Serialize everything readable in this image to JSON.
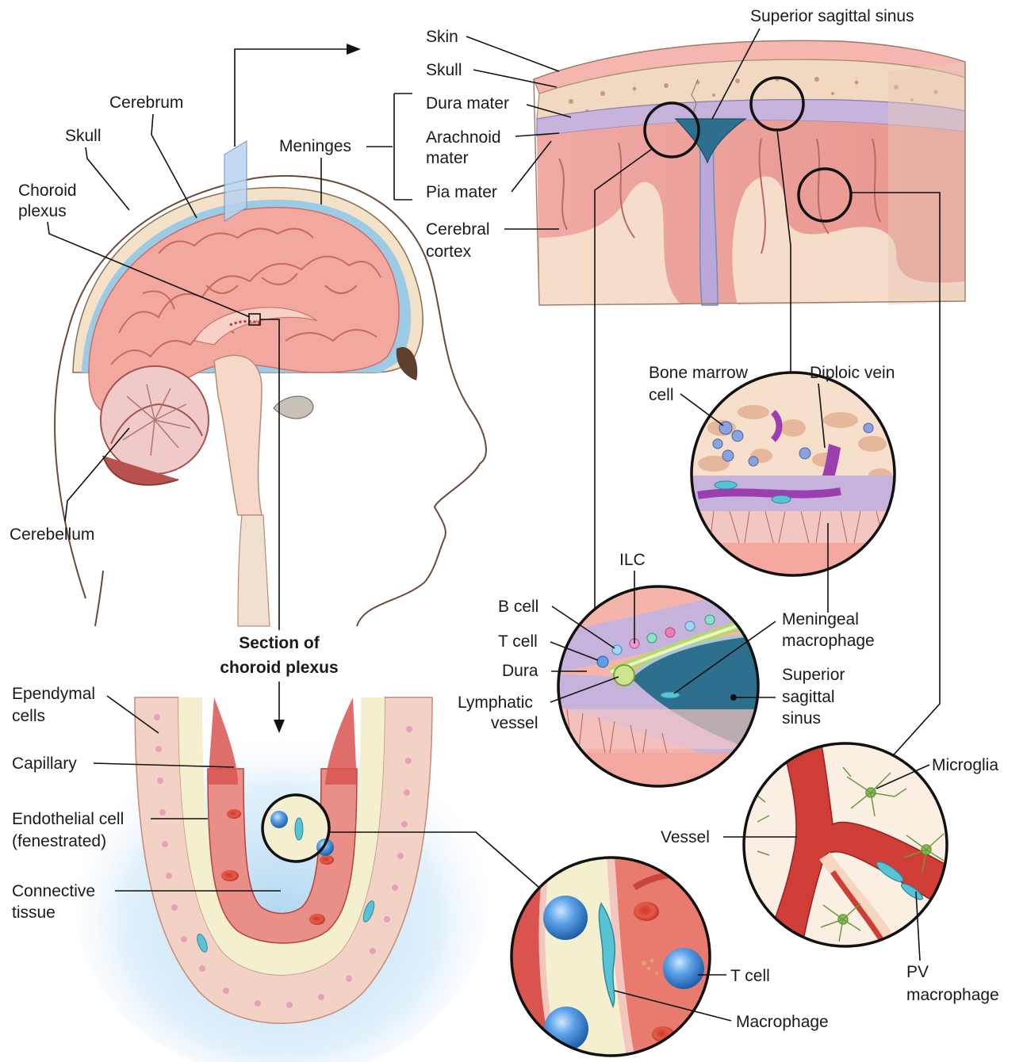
{
  "head": {
    "skull": "Skull",
    "cerebrum": "Cerebrum",
    "choroid_plexus_1": "Choroid",
    "choroid_plexus_2": "plexus",
    "meninges": "Meninges",
    "cerebellum": "Cerebellum"
  },
  "block": {
    "superior_sagittal_sinus": "Superior sagittal sinus",
    "skin": "Skin",
    "skull": "Skull",
    "dura_mater": "Dura mater",
    "arachnoid_1": "Arachnoid",
    "arachnoid_2": "mater",
    "pia_mater": "Pia mater",
    "cerebral_cortex_1": "Cerebral",
    "cerebral_cortex_2": "cortex"
  },
  "bone_marrow_inset": {
    "bone_marrow_1": "Bone marrow",
    "bone_marrow_2": "cell",
    "diploic_vein": "Diploic vein"
  },
  "sinus_inset": {
    "ilc": "ILC",
    "b_cell": "B cell",
    "t_cell": "T cell",
    "dura": "Dura",
    "lymphatic_1": "Lymphatic",
    "lymphatic_2": "vessel",
    "meningeal_1": "Meningeal",
    "meningeal_2": "macrophage",
    "sinus_1": "Superior",
    "sinus_2": "sagittal",
    "sinus_3": "sinus"
  },
  "parenchyma_inset": {
    "microglia": "Microglia",
    "vessel": "Vessel",
    "pv_1": "PV",
    "pv_2": "macrophage"
  },
  "choroid_section": {
    "title_1": "Section of",
    "title_2": "choroid plexus",
    "ependymal_1": "Ependymal",
    "ependymal_2": "cells",
    "capillary": "Capillary",
    "endothelial_1": "Endothelial cell",
    "endothelial_2": "(fenestrated)",
    "connective_1": "Connective",
    "connective_2": "tissue"
  },
  "choroid_inset": {
    "t_cell": "T cell",
    "macrophage": "Macrophage"
  },
  "colors": {
    "brain": "#f2a89e",
    "meninges_blue": "#9ccbe6",
    "skull_bone": "#f1dcc3",
    "dura_purple": "#c6b3dc",
    "sinus_blue": "#2f6f8e",
    "vessel_red": "#d9534f",
    "t_cell_blue": "#4a90d9",
    "macrophage_teal": "#58c3d4",
    "microglia_green": "#6a9a3e"
  }
}
